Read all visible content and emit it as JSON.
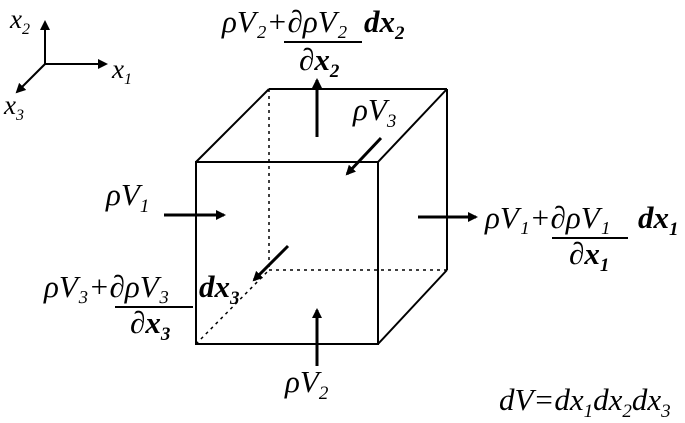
{
  "axes": {
    "x1": {
      "base": "x",
      "sub": "1"
    },
    "x2": {
      "base": "x",
      "sub": "2"
    },
    "x3": {
      "base": "x",
      "sub": "3"
    }
  },
  "labels": {
    "in1": {
      "rho": "ρ",
      "base": "V",
      "sub": "1"
    },
    "in2": {
      "rho": "ρ",
      "base": "V",
      "sub": "2"
    },
    "in3": {
      "rho": "ρ",
      "base": "V",
      "sub": "3"
    },
    "out1": {
      "num": "ρV₁+∂ρV₁",
      "d": "dx",
      "dsub": "1",
      "den": "∂x",
      "densub": "1"
    },
    "out2": {
      "num": "ρV₂+∂ρV₂",
      "d": "dx",
      "dsub": "2",
      "den": "∂x",
      "densub": "2"
    },
    "out3": {
      "num": "ρV₃+∂ρV₃",
      "d": "dx",
      "dsub": "3",
      "den": "∂x",
      "densub": "3"
    }
  },
  "volume": {
    "text": "dV=dx",
    "s1": "1",
    "m1": "dx",
    "s2": "2",
    "m2": "dx",
    "s3": "3"
  }
}
